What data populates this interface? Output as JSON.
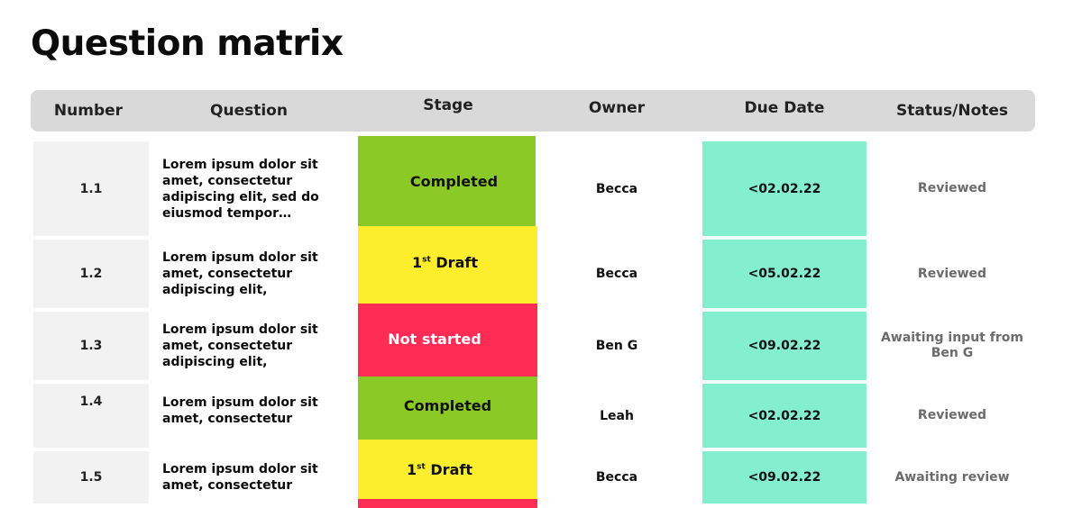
{
  "title": "Question matrix",
  "columns": {
    "number": "Number",
    "question": "Question",
    "stage": "Stage",
    "owner": "Owner",
    "due_date": "Due Date",
    "status": "Status/Notes"
  },
  "colors": {
    "completed": "#8ac926",
    "draft": "#fcee2c",
    "not_started": "#ff2d55",
    "due_date": "#84efcf",
    "header": "#d9d9d9",
    "number_cell": "#f2f2f2"
  },
  "rows": [
    {
      "number": "1.1",
      "question": "Lorem ipsum dolor sit amet, consectetur adipiscing elit, sed do eiusmod tempor…",
      "stage": {
        "label": "Completed",
        "sup": "",
        "suffix": ""
      },
      "owner": "Becca",
      "due": "<02.02.22",
      "status": "Reviewed"
    },
    {
      "number": "1.2",
      "question": "Lorem ipsum dolor sit amet, consectetur adipiscing elit,",
      "stage": {
        "label": "1",
        "sup": "st",
        "suffix": " Draft"
      },
      "owner": "Becca",
      "due": "<05.02.22",
      "status": "Reviewed"
    },
    {
      "number": "1.3",
      "question": "Lorem ipsum dolor sit amet, consectetur adipiscing elit,",
      "stage": {
        "label": "Not started",
        "sup": "",
        "suffix": ""
      },
      "owner": "Ben G",
      "due": "<09.02.22",
      "status": "Awaiting input from Ben G"
    },
    {
      "number": "1.4",
      "question": "Lorem ipsum dolor sit amet, consectetur",
      "stage": {
        "label": "Completed",
        "sup": "",
        "suffix": ""
      },
      "owner": "Leah",
      "due": "<02.02.22",
      "status": "Reviewed"
    },
    {
      "number": "1.5",
      "question": "Lorem ipsum dolor sit amet, consectetur",
      "stage": {
        "label": "1",
        "sup": "st",
        "suffix": " Draft"
      },
      "owner": "Becca",
      "due": "<09.02.22",
      "status": "Awaiting review"
    }
  ]
}
